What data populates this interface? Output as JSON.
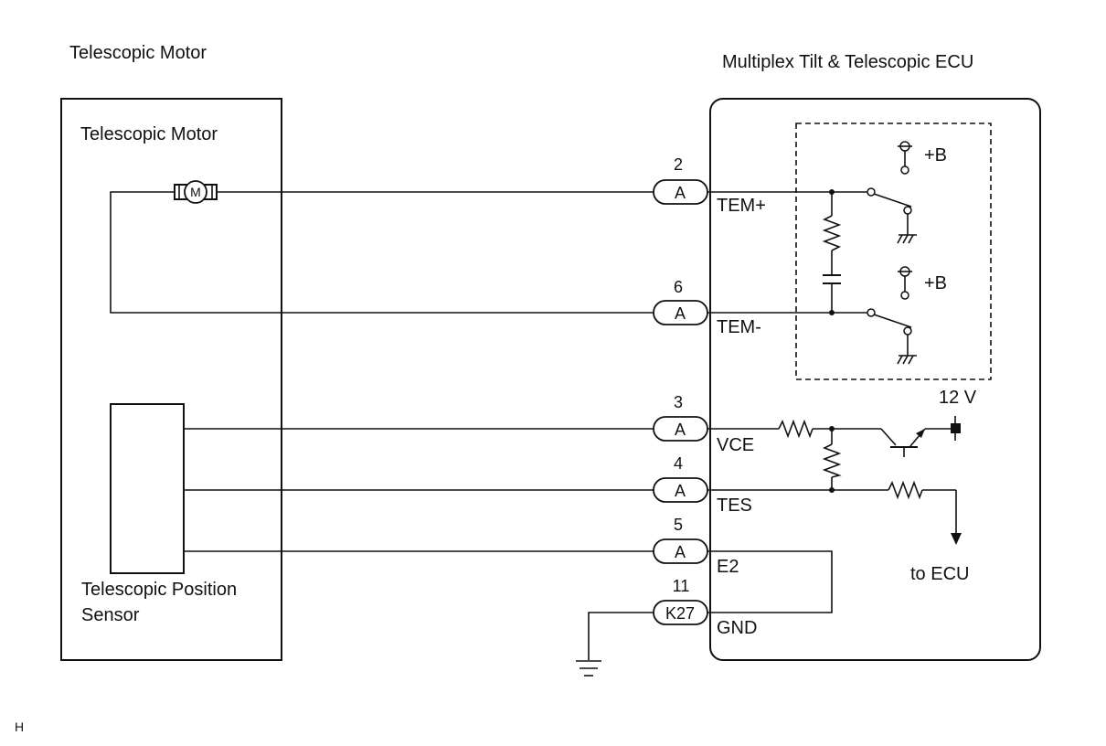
{
  "titles": {
    "left_component": "Telescopic Motor",
    "right_component": "Multiplex Tilt & Telescopic ECU",
    "motor_label": "Telescopic Motor",
    "sensor_label_line1": "Telescopic Position",
    "sensor_label_line2": "Sensor",
    "motor_symbol": "M",
    "footer_code": "H"
  },
  "connectors": [
    {
      "pin": "2",
      "code": "A",
      "signal": "TEM+"
    },
    {
      "pin": "6",
      "code": "A",
      "signal": "TEM-"
    },
    {
      "pin": "3",
      "code": "A",
      "signal": "VCE"
    },
    {
      "pin": "4",
      "code": "A",
      "signal": "TES"
    },
    {
      "pin": "5",
      "code": "A",
      "signal": "E2"
    },
    {
      "pin": "11",
      "code": "K27",
      "signal": "GND"
    }
  ],
  "ecu_internal": {
    "supply_upper": "+B",
    "supply_lower": "+B",
    "voltage": "12 V",
    "output": "to ECU"
  }
}
